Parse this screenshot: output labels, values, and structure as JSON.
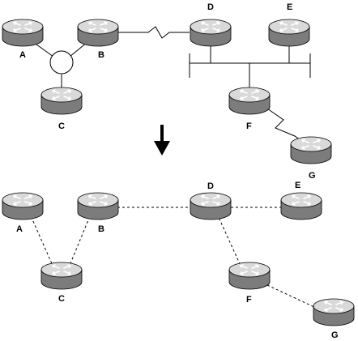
{
  "colors": {
    "router_top": "#d9d9d9",
    "router_side": "#7c7c7c",
    "line": "#000000",
    "background": "#ffffff"
  },
  "icon": "router-icon",
  "top": {
    "routers": [
      {
        "id": "A",
        "label": "A"
      },
      {
        "id": "B",
        "label": "B"
      },
      {
        "id": "C",
        "label": "C"
      },
      {
        "id": "D",
        "label": "D"
      },
      {
        "id": "E",
        "label": "E"
      },
      {
        "id": "F",
        "label": "F"
      },
      {
        "id": "G",
        "label": "G"
      }
    ]
  },
  "bottom": {
    "routers": [
      {
        "id": "A",
        "label": "A"
      },
      {
        "id": "B",
        "label": "B"
      },
      {
        "id": "C",
        "label": "C"
      },
      {
        "id": "D",
        "label": "D"
      },
      {
        "id": "E",
        "label": "E"
      },
      {
        "id": "F",
        "label": "F"
      },
      {
        "id": "G",
        "label": "G"
      }
    ],
    "links": [
      [
        "A",
        "C"
      ],
      [
        "B",
        "C"
      ],
      [
        "B",
        "D"
      ],
      [
        "D",
        "E"
      ],
      [
        "D",
        "F"
      ],
      [
        "F",
        "G"
      ]
    ]
  }
}
